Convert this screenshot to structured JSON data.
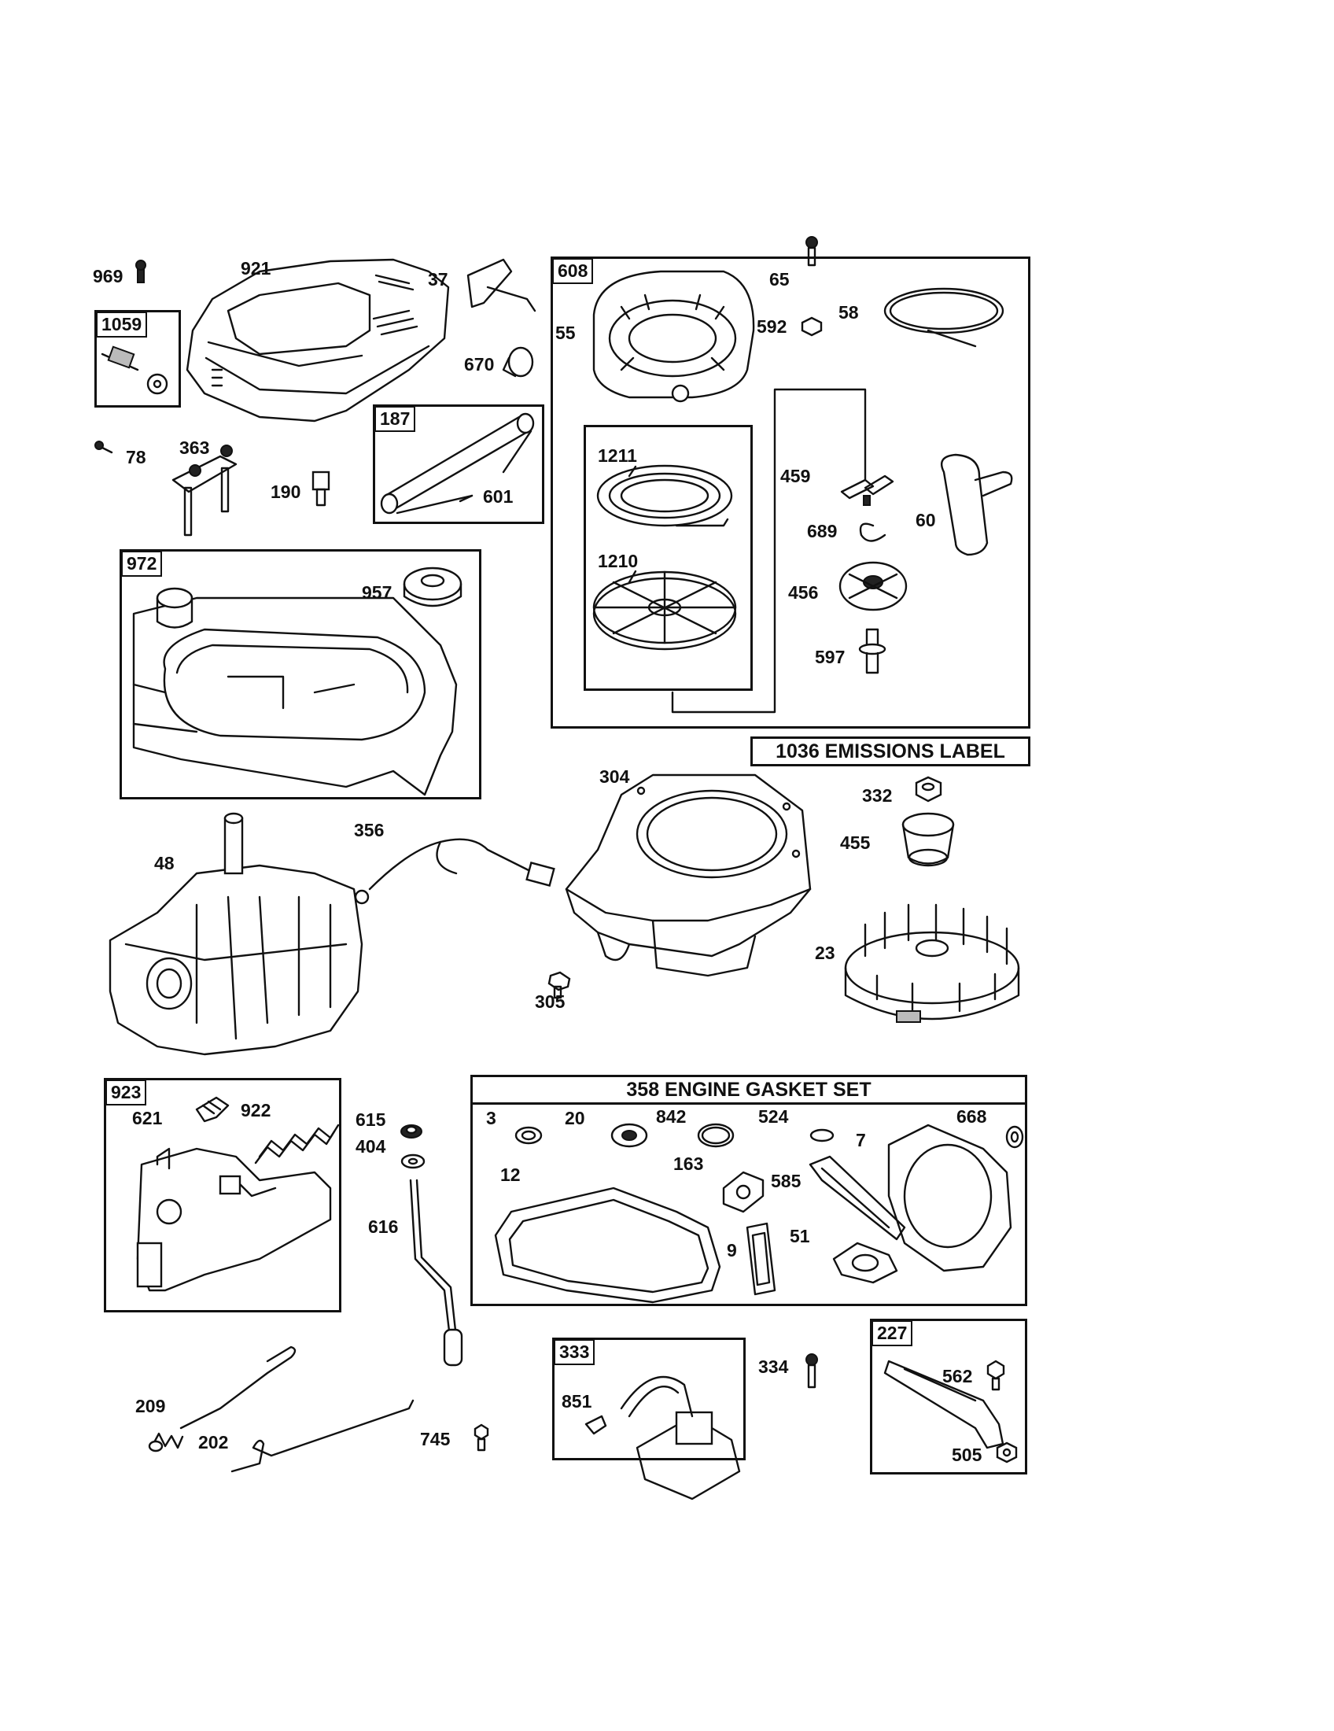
{
  "group_boxes": {
    "recoil_starter": "608",
    "guard_1059": "1059",
    "fuel_line_187": "187",
    "blower_housing_972": "972",
    "control_bracket_923": "923",
    "armature_333": "333",
    "brake_227": "227"
  },
  "banners": {
    "emissions_label": "1036 EMISSIONS LABEL",
    "gasket_set": "358 ENGINE GASKET SET"
  },
  "part_labels": {
    "p969": "969",
    "p921": "921",
    "p37": "37",
    "p670": "670",
    "p78": "78",
    "p363": "363",
    "p190": "190",
    "p601": "601",
    "p957": "957",
    "p65": "65",
    "p58": "58",
    "p55": "55",
    "p592": "592",
    "p1211": "1211",
    "p1210": "1210",
    "p459": "459",
    "p689": "689",
    "p60": "60",
    "p456": "456",
    "p597": "597",
    "p304": "304",
    "p332": "332",
    "p455": "455",
    "p48": "48",
    "p356": "356",
    "p305": "305",
    "p23": "23",
    "p621": "621",
    "p922": "922",
    "p615": "615",
    "p404": "404",
    "p616": "616",
    "p3": "3",
    "p20": "20",
    "p842": "842",
    "p524": "524",
    "p668": "668",
    "p7": "7",
    "p163": "163",
    "p12": "12",
    "p585": "585",
    "p9": "9",
    "p51": "51",
    "p334": "334",
    "p851": "851",
    "p562": "562",
    "p505": "505",
    "p209": "209",
    "p202": "202",
    "p745": "745"
  }
}
